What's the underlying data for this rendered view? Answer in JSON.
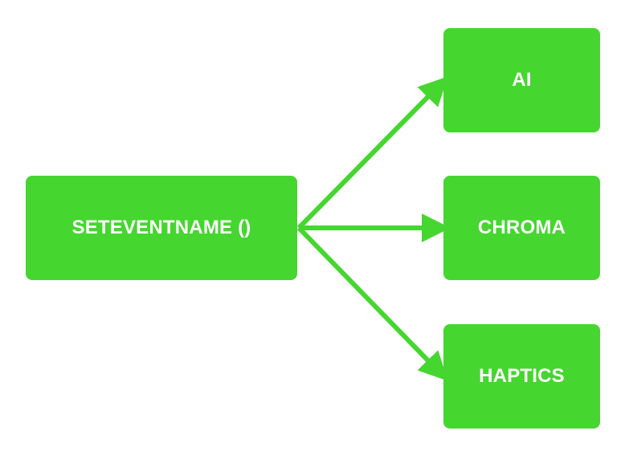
{
  "colors": {
    "node_fill": "#45d62f",
    "arrow": "#45d62f",
    "text": "#ffffff",
    "background": "#ffffff"
  },
  "nodes": {
    "source": {
      "label": "SETEVENTNAME ()"
    },
    "targets": [
      {
        "label": "AI"
      },
      {
        "label": "CHROMA"
      },
      {
        "label": "HAPTICS"
      }
    ]
  },
  "edges": [
    {
      "from": "SETEVENTNAME ()",
      "to": "AI"
    },
    {
      "from": "SETEVENTNAME ()",
      "to": "CHROMA"
    },
    {
      "from": "SETEVENTNAME ()",
      "to": "HAPTICS"
    }
  ]
}
